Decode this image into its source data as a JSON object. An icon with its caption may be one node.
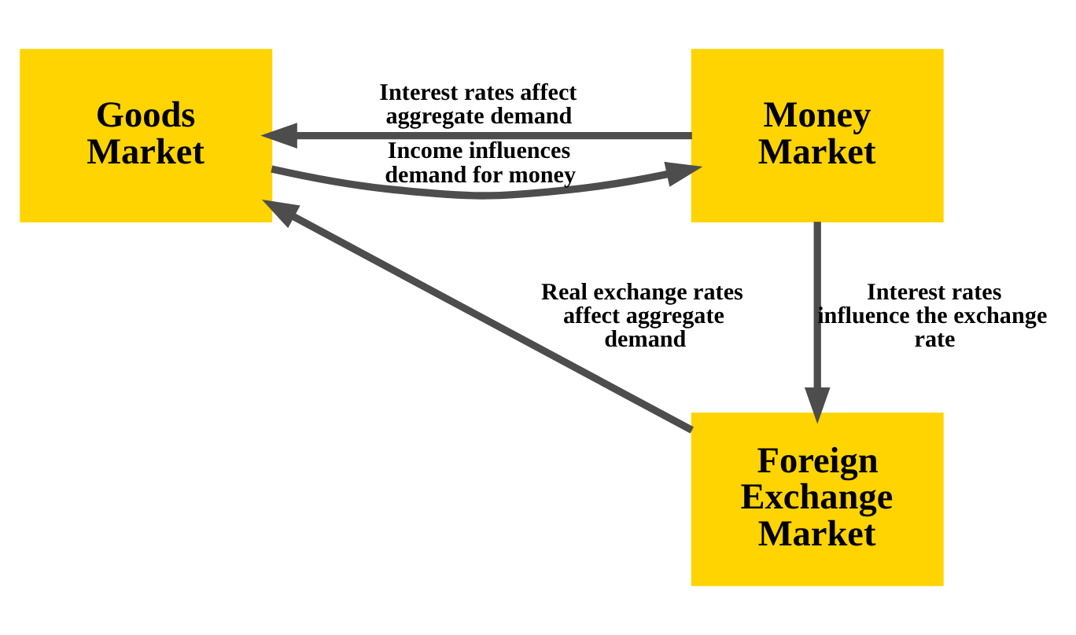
{
  "diagram": {
    "nodes": [
      {
        "text": [
          "Goods Market"
        ]
      },
      {
        "text": [
          "Money Market"
        ]
      },
      {
        "text": [
          "Foreign Exchange Market"
        ]
      }
    ],
    "edges": [
      {
        "from": 0,
        "to": 1,
        "arrow": "to",
        "label": "Income influences demand for money"
      },
      {
        "from": 1,
        "to": 0,
        "arrow": "to",
        "label": "Interest rates affect aggregate demand"
      },
      {
        "from": 1,
        "to": 2,
        "arrow": "to",
        "label": "Interest rates influence the exchange rate"
      },
      {
        "from": 2,
        "to": 0,
        "arrow": "to",
        "label": "Real exchange rates affect aggregate demand"
      }
    ]
  }
}
